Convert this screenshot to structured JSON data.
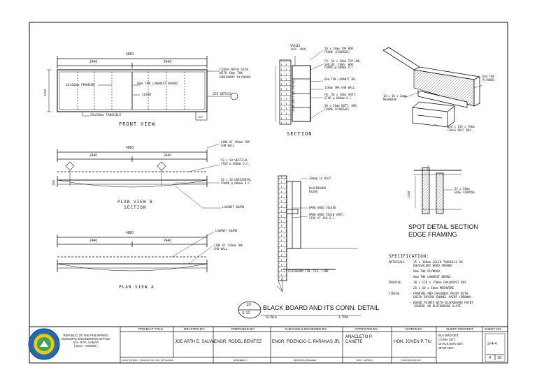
{
  "front_view": {
    "title": "FRONT VIEW",
    "dim_total": "4880",
    "dim_left": "2440",
    "dim_right": "2440",
    "dim_height": "1200",
    "dim_base": "300",
    "labels": {
      "framing": "25x50mm FRAMING",
      "lawanit": "6mm THK LAWANIT BOARD",
      "joint": "JOINT",
      "cover": "COVER BOTH SIDE\nWITH 6mm THK\nORDINARY PLYWOOD",
      "tanguile": "25x50mm TANGUILE",
      "see_detail": "SEE DETAIL"
    }
  },
  "section": {
    "title": "SECTION",
    "labels": [
      "50 x 50mm TOP HOR.\nFRAME (COURSED)",
      "FR. 50 x 50mm TOP HOR.\nSUB.BD. TANG. HOR.\nFRAME @ 600mm O.C.",
      "6mm THK LAWANIT BD.",
      "150mm THK CHB WALL",
      "FR. 50 x 50mm VERT.\nSTUD @ 600mm O.C.",
      "50 x 50mm BOTT. HOR.\nFRAME (COURSED)"
    ],
    "top_label": "VARIES\n(ACC. MAX)",
    "vert_label": "1200 (NOT ALL HERE)"
  },
  "isometric": {
    "labels": {
      "plywood": "6mm THK\nPLYWOOD",
      "nephrite": "10 x 10 x 2mmφ\nMESHWIRE",
      "chalk_box": "120 x 150 x 70mm\nCHALK DUST BOX"
    }
  },
  "plan_b": {
    "title": "PLAN VIEW B\nSECTION",
    "dim_total": "4880",
    "dim_left": "2440",
    "dim_right": "2440",
    "dim_side": "150",
    "labels": [
      "LINE OF 150mm THK\nCHB WALL",
      "50 x 50 VERTICAL\nSTUD @ 600mm O.C.",
      "50 x 50 HORIZONTAL\nFRAME @ 600mm O.C.",
      "LAWANIT BOARD"
    ]
  },
  "wall_section": {
    "labels": [
      "10mmφ 16 BOLT",
      "BLACKBOARD\nBS200",
      "HARD WOOD 50x100",
      "HARD WOOD 50x50 VERT.\nSTUD AT 450 O.C.",
      "CLASSROOM FIN. FLR. LINE"
    ]
  },
  "spot_detail": {
    "title": "SPOT DETAIL SECTION\nEDGE FRAMING",
    "label": "25 x 50mm\nEDGE FRAMING",
    "dim": "1200"
  },
  "plan_a": {
    "title": "PLAN VIEW A",
    "dim_total": "4880",
    "dim_left": "2440",
    "dim_right": "2440",
    "labels": [
      "LAWANIT BOARD",
      "LINE OF 150mm THK\nCHB WALL"
    ]
  },
  "specification": {
    "title": "SPECIFICATION:",
    "rows": [
      {
        "key": "MATERIALS",
        "val": "- 25 x 300mm SOLID TANGUILE OR\n  EQUIVALENT WOOD FRAMES"
      },
      {
        "key": "",
        "val": "- 6mm THK PLYWOOD"
      },
      {
        "key": "",
        "val": "- 6mm THK LAWANIT BOARD"
      },
      {
        "key": "PROVIDE",
        "val": "- 70 x 120 x 150mm CHALKDUST BOX"
      },
      {
        "key": "",
        "val": "- 25 x 10 x 10mm MESHWIRE"
      },
      {
        "key": "FINISH",
        "val": "- FRAMING AND CHALKBOX PAINT WITH\n  QUICK DRYING ENAMEL PAINT (BROWN)"
      },
      {
        "key": "",
        "val": "- BOARD PAINTS WITH BLACKBOARD PAINT\n  (GREEN) OR BLACKBOARD SLATE"
      }
    ]
  },
  "drawing_title": {
    "number": "10",
    "sheet_ref": "S-10",
    "title": "BLACK BOARD AND ITS CONN. DETAIL",
    "scale_label": "SCALE",
    "scale": "1:75M"
  },
  "seal_detail": {
    "number": "10",
    "sheet": "S-10"
  },
  "title_block": {
    "logo_text_top": "OFFICE OF STA. RITA",
    "logo_text_bottom": "PROVINCE OF SAMAR",
    "agency": "REPUBLIC OF THE PHILIPPINES\nMUNICIPAL ENGINEERING OFFICE\nSTA. RITA, SAMAR\n( DILG - AM2020 )",
    "project_title_label": "PROJECT TITLE",
    "location": "LOCATION BRGY. HINANGUTDAN STA. RITA SAMAR",
    "drafted_label": "DRAFTED BY:",
    "drafted": "JOE ARTH E. SALVA",
    "prepared_label": "PREPARED BY:",
    "prepared": "ENGR. RODEL BENITEZ",
    "prepared_role": "ENGINEER III",
    "checked_label": "CHECKED & REVIEWED BY:",
    "checked": "ENGR. FIDENCIO C. PARANAS JR.",
    "checked_role": "MUNICIPAL ENGINEER",
    "approved_label": "APPROVED BY:",
    "approved": "ANACLETO P.\nCANETE",
    "approved_role": "BRGY. CAPTAIN",
    "noted_label": "NOTED BY:",
    "noted": "HON. JOVEN P. TIU",
    "noted_role": "MUNICIPAL MAYOR",
    "sheet_content_label": "SHEET CONTENT",
    "sheet_content": [
      "BLK BRD DET.",
      "CONN. DET.",
      "CHALK BOX DET.",
      "SPOT DET."
    ],
    "sheet_no_label": "SHEET NO.",
    "sheet_code": "S-4-4",
    "sheet_num": "4",
    "sheet_total": "10"
  }
}
